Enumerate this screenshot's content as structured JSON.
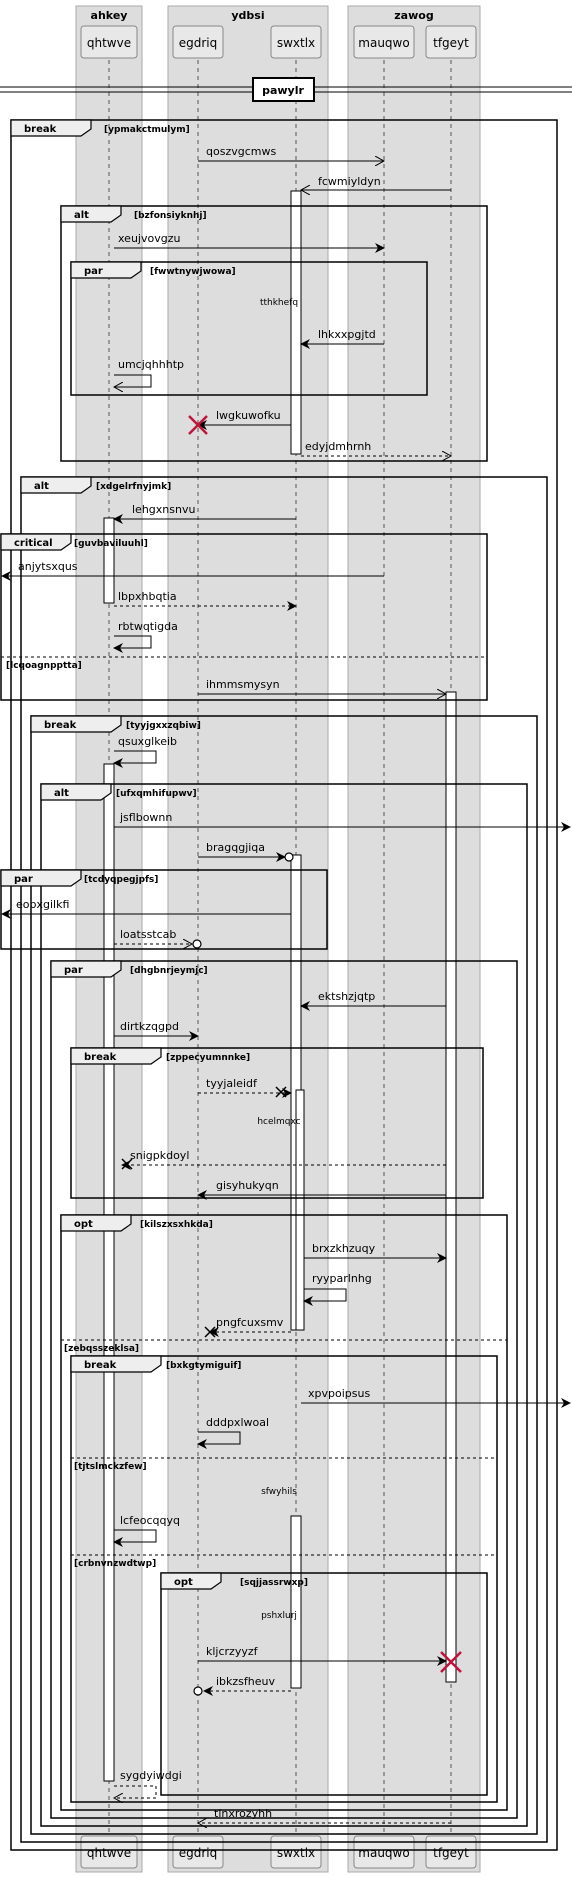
{
  "boxes": [
    {
      "title": "ahkey",
      "participants": [
        "qhtwve"
      ]
    },
    {
      "title": "ydbsi",
      "participants": [
        "egdriq",
        "swxtlx"
      ]
    },
    {
      "title": "zawog",
      "participants": [
        "mauqwo",
        "tfgeyt"
      ]
    }
  ],
  "participants": [
    "qhtwve",
    "egdriq",
    "swxtlx",
    "mauqwo",
    "tfgeyt"
  ],
  "divider": "pawylr",
  "fragments": [
    {
      "keyword": "break",
      "condition": "[ypmakctmulym]"
    },
    {
      "keyword": "alt",
      "condition": "[bzfonsiyknhj]"
    },
    {
      "keyword": "par",
      "condition": "[fwwtnywjwowa]"
    },
    {
      "keyword": "alt",
      "condition": "[xdgelrfnyjmk]"
    },
    {
      "keyword": "critical",
      "condition": "[guvbaviluuhl]"
    },
    {
      "keyword": "break",
      "condition": "[tyyjgxxzqbiw]"
    },
    {
      "keyword": "alt",
      "condition": "[ufxqmhifupwv]"
    },
    {
      "keyword": "par",
      "condition": "[tcdyqpegjpfs]"
    },
    {
      "keyword": "par",
      "condition": "[dhgbnrjeymjc]"
    },
    {
      "keyword": "break",
      "condition": "[zppecyumnnke]"
    },
    {
      "keyword": "opt",
      "condition": "[kilszxsxhkda]"
    },
    {
      "keyword": "break",
      "condition": "[bxkgtymiguif]"
    },
    {
      "keyword": "opt",
      "condition": "[sqjjassrwxp]"
    }
  ],
  "else_labels": [
    "[lcqoagnpptta]",
    "[zebqsszeklsa]",
    "[tjtslmckzfew]",
    "[crbnvnzwdtwp]"
  ],
  "delays": [
    "tthkhefq",
    "hcelmqxc",
    "sfwyhils",
    "pshxlurj"
  ],
  "messages": [
    "qoszvgcmws",
    "fcwmiyldyn",
    "xeujvovgzu",
    "lhkxxpgjtd",
    "umcjqhhhtp",
    "lwgkuwofku",
    "edyjdmhrnh",
    "lehgxnsnvu",
    "anjytsxqus",
    "lbpxhbqtia",
    "rbtwqtigda",
    "ihmmsmysyn",
    "qsuxglkeib",
    "jsflbownn",
    "bragqgjiqa",
    "eobxgilkfi",
    "loatsstcab",
    "ektshzjqtp",
    "dirtkzqgpd",
    "tyyjaleidf",
    "snigpkdoyl",
    "gisyhukyqn",
    "brxzkhzuqy",
    "ryyparlnhg",
    "pngfcuxsmv",
    "xpvpoipsus",
    "dddpxlwoal",
    "lcfeocqqyq",
    "kljcrzyyzf",
    "ibkzsfheuv",
    "sygdyiwdgi",
    "tlnxrozyhh"
  ]
}
